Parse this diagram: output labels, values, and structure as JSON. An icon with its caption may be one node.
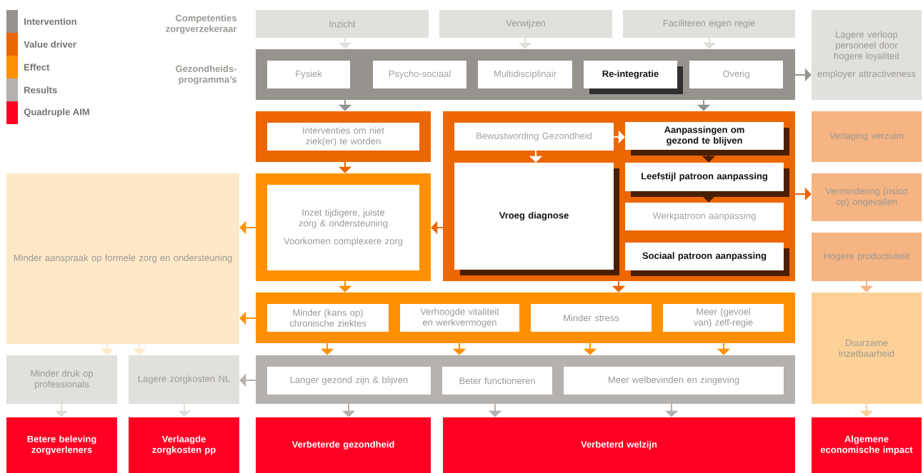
{
  "diagram": {
    "nodes": [
      {
        "text": [
          "Inzicht"
        ]
      },
      {
        "text": [
          "Verwijzen"
        ]
      },
      {
        "text": [
          "Faciliteren eigen regie"
        ]
      },
      {
        "text": [
          "Lagere verloop personeel door hogere loyaliteit",
          "employer attractiveness"
        ]
      },
      {
        "text": [],
        "shape": "box"
      },
      {
        "text": [
          "Fysiek"
        ],
        "in": 4
      },
      {
        "text": [
          "Psycho-sociaal"
        ],
        "in": 4
      },
      {
        "text": [
          "Multidisciplinair"
        ],
        "in": 4
      },
      {
        "text": [
          "Re-integratie"
        ],
        "in": 4
      },
      {
        "text": [
          "Overig"
        ],
        "in": 4
      },
      {
        "text": [],
        "shape": "box"
      },
      {
        "text": [
          "Interventies om niet ziek(er) te worden"
        ],
        "in": 10
      },
      {
        "text": [],
        "shape": "box"
      },
      {
        "text": [
          "Bewustwording Gezondheid"
        ],
        "in": 12
      },
      {
        "text": [
          "Aanpassingen om gezond te blijven"
        ],
        "in": 12
      },
      {
        "text": [
          "Vroeg diagnose"
        ],
        "in": 12
      },
      {
        "text": [
          "Leefstijl patroon aanpassing"
        ],
        "in": 12
      },
      {
        "text": [
          "Werkpatroon aanpassing"
        ],
        "in": 12
      },
      {
        "text": [
          "Sociaal patroon aanpassing"
        ],
        "in": 12
      },
      {
        "text": [
          "Verlaging verzuim"
        ]
      },
      {
        "text": [
          "Minder aanspraak op formele zorg en ondersteuning"
        ]
      },
      {
        "text": [],
        "shape": "box"
      },
      {
        "text": [
          "Inzet tijdigere, juiste zorg & ondersteuning",
          "Voorkomen complexere zorg"
        ],
        "in": 21
      },
      {
        "text": [
          "Vermindering (risico op) ongevallen"
        ]
      },
      {
        "text": [
          "Hogere productiviteit"
        ]
      },
      {
        "text": [],
        "shape": "box"
      },
      {
        "text": [
          "Minder (kans op) chronische ziektes"
        ],
        "in": 25
      },
      {
        "text": [
          "Verhoogde vitaliteit en werkvermogen"
        ],
        "in": 25
      },
      {
        "text": [
          "Minder stress"
        ],
        "in": 25
      },
      {
        "text": [
          "Meer (gevoel van) zelf-regie"
        ],
        "in": 25
      },
      {
        "text": [
          "Duurzame inzetbaarheid"
        ]
      },
      {
        "text": [
          "Minder druk op professionals"
        ]
      },
      {
        "text": [
          "Lagere zorgkosten NL"
        ]
      },
      {
        "text": [],
        "shape": "box"
      },
      {
        "text": [
          "Langer gezond zijn & blijven"
        ],
        "in": 33
      },
      {
        "text": [
          "Beter functioneren"
        ],
        "in": 33
      },
      {
        "text": [
          "Meer welbevinden en zingeving"
        ],
        "in": 33
      },
      {
        "text": [
          "Betere beleving zorgverleners"
        ]
      },
      {
        "text": [
          "Verlaagde zorgkosten pp"
        ]
      },
      {
        "text": [
          "Verbeterde gezondheid"
        ]
      },
      {
        "text": [
          "Verbeterd welzijn"
        ]
      },
      {
        "text": [
          "Algemene economische impact"
        ]
      }
    ],
    "edges": [
      {
        "from": 0,
        "to": 4,
        "arrow": "to",
        "color": "#e1e0dc"
      },
      {
        "from": 1,
        "to": 4,
        "arrow": "to",
        "color": "#e1e0dc"
      },
      {
        "from": 2,
        "to": 4,
        "arrow": "to",
        "color": "#e1e0dc"
      },
      {
        "from": 4,
        "to": 3,
        "arrow": "to",
        "color": "#96938e"
      },
      {
        "from": 4,
        "to": 10,
        "arrow": "to",
        "color": "#96938e"
      },
      {
        "from": 4,
        "to": 12,
        "arrow": "to",
        "color": "#96938e"
      },
      {
        "from": 10,
        "to": 21,
        "arrow": "to",
        "color": "#ec6602"
      },
      {
        "from": 12,
        "to": 21,
        "arrow": "to",
        "color": "#ec6602"
      },
      {
        "from": 12,
        "to": 23,
        "arrow": "to",
        "color": "#ec6602"
      },
      {
        "from": 12,
        "to": 25,
        "arrow": "to",
        "color": "#ec6602"
      },
      {
        "from": 13,
        "to": 14,
        "arrow": "to",
        "color": "#ffffff"
      },
      {
        "from": 13,
        "to": 15,
        "arrow": "to",
        "color": "#ffffff"
      },
      {
        "from": 14,
        "to": 16,
        "arrow": "to",
        "color": "#4a1e00"
      },
      {
        "from": 16,
        "to": 17,
        "arrow": "to",
        "color": "#4a1e00"
      },
      {
        "from": 21,
        "to": 20,
        "arrow": "to"
      },
      {
        "from": 21,
        "to": 25,
        "arrow": "to"
      },
      {
        "from": 24,
        "to": 30,
        "arrow": "to",
        "color": "#f5b482"
      },
      {
        "from": 20,
        "to": 31,
        "arrow": "to",
        "color": "#fde8c8"
      },
      {
        "from": 20,
        "to": 32,
        "arrow": "to",
        "color": "#fde8c8"
      },
      {
        "from": 25,
        "to": 20,
        "arrow": "to"
      },
      {
        "from": 25,
        "to": 33,
        "arrow": "to"
      },
      {
        "from": 25,
        "to": 33,
        "arrow": "to"
      },
      {
        "from": 25,
        "to": 33,
        "arrow": "to"
      },
      {
        "from": 25,
        "to": 33,
        "arrow": "to"
      },
      {
        "from": 30,
        "to": 41,
        "arrow": "to",
        "color": "#fcd197"
      },
      {
        "from": 31,
        "to": 37,
        "arrow": "to",
        "color": "#e1e0dc"
      },
      {
        "from": 32,
        "to": 38,
        "arrow": "to",
        "color": "#e1e0dc"
      },
      {
        "from": 33,
        "to": 32,
        "arrow": "to",
        "color": "#b5b1ae"
      },
      {
        "from": 33,
        "to": 39,
        "arrow": "to",
        "color": "#b5b1ae"
      },
      {
        "from": 33,
        "to": 40,
        "arrow": "to",
        "color": "#b5b1ae"
      },
      {
        "from": 33,
        "to": 40,
        "arrow": "to",
        "color": "#b5b1ae"
      }
    ],
    "labels": [
      "Competenties zorgverzekeraar",
      "Gezondheids- programma’s"
    ],
    "legend": [
      {
        "text": "Intervention",
        "color": "#96938e"
      },
      {
        "text": "Value driver",
        "color": "#ec6602"
      },
      {
        "text": "Effect",
        "color": "#ff9000"
      },
      {
        "text": "Results",
        "color": "#b5b1ae"
      },
      {
        "text": "Quadruple AIM",
        "color": "#ff0024"
      }
    ]
  }
}
